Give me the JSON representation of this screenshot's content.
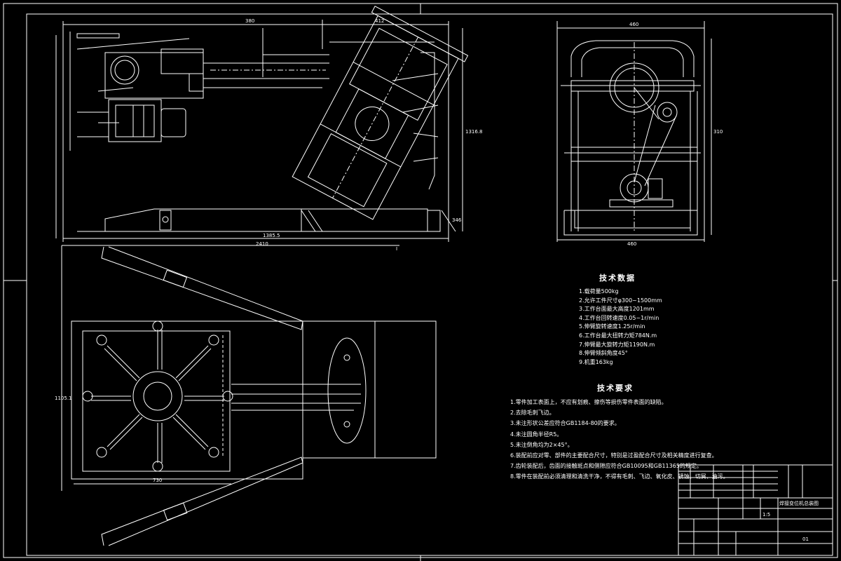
{
  "drawing": {
    "stroke": "#ffffff",
    "background": "#000000",
    "accent_green": "#00ff66",
    "accent_red": "#ff3333"
  },
  "dimensions": {
    "front_width": "412",
    "front_top_left": "380",
    "front_overall": "2410",
    "front_base": "1385.5",
    "front_height": "346",
    "front_right_height": "1316.8",
    "side_top": "460",
    "side_width": "460",
    "side_height": "310",
    "plan_height": "1105.1",
    "plan_bottom": "730",
    "section_mark": "I"
  },
  "tech_data": {
    "heading": "技术数据",
    "lines": [
      "1.载荷量500kg",
      "2.允许工件尺寸φ300~1500mm",
      "3.工作台面最大高度1201mm",
      "4.工作台回转速度0.05~1r/min",
      "5.伸臂旋转速度1.25r/min",
      "6.工作台最大扭转力矩784N.m",
      "7.伸臂最大旋转力矩1190N.m",
      "8.伸臂倾斜角度45°",
      "9.机重163kg"
    ]
  },
  "tech_req": {
    "heading": "技术要求",
    "lines": [
      "1.零件加工表面上，不应有划痕、擦伤等损伤零件表面的缺陷。",
      "2.去除毛刺飞边。",
      "3.未注形状公差应符合GB1184-80的要求。",
      "4.未注圆角半径R5。",
      "5.未注倒角均为2×45°。",
      "6.装配前应对零、部件的主要配合尺寸，特别是过盈配合尺寸及相关精度进行复查。",
      "7.齿轮装配后，齿面的接触斑点和侧隙应符合GB10095和GB11365的规定。",
      "8.零件在装配前必须清理和清洗干净，不得有毛刺、飞边、氧化皮、锈蚀、切屑、油污。"
    ]
  },
  "title_block": {
    "drawing_name": "焊接变位机总装图",
    "scale": "1:5",
    "sheet": "01"
  }
}
